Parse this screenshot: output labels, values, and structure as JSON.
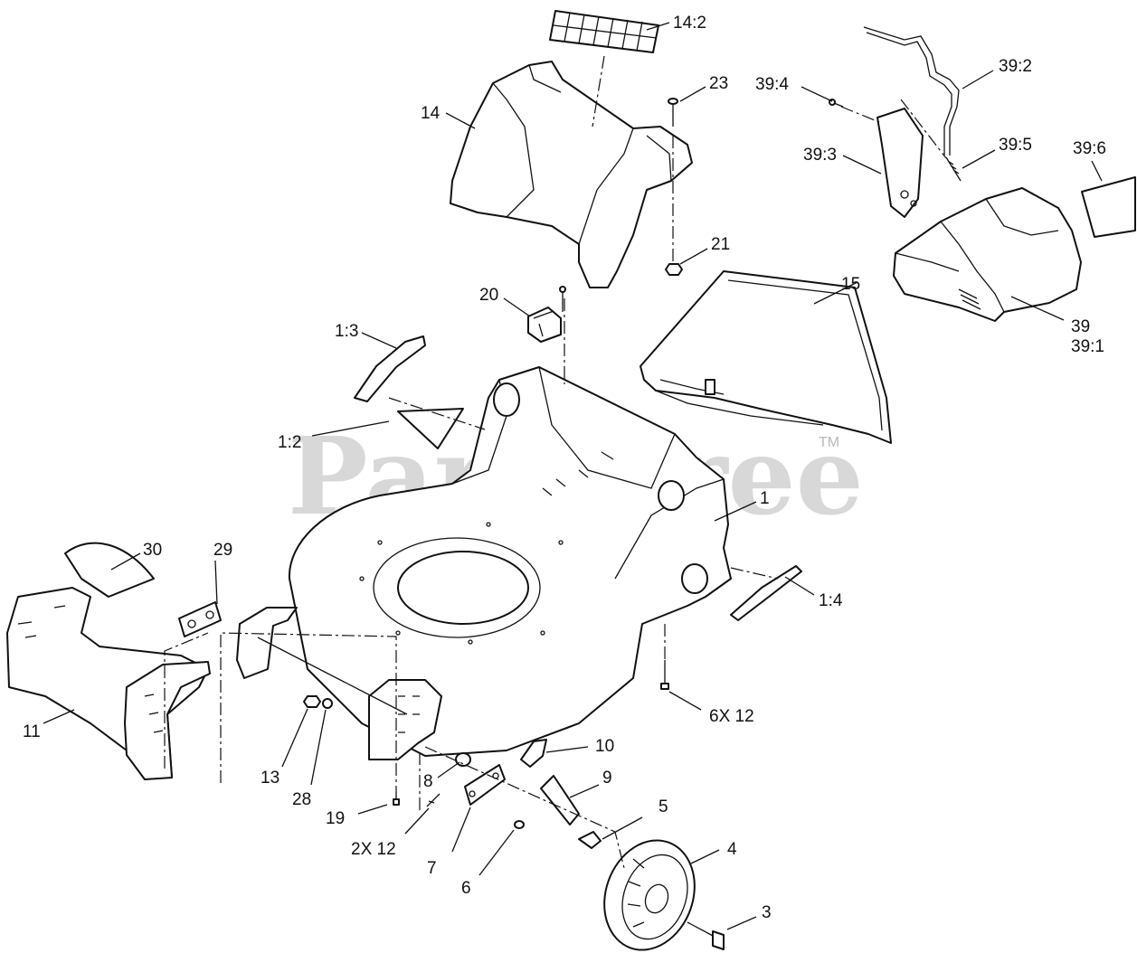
{
  "watermark": {
    "text": "PartsTree",
    "trademark": "TM"
  },
  "callouts": {
    "c14_2": "14:2",
    "c23": "23",
    "c14": "14",
    "c21": "21",
    "c20": "20",
    "c39_4": "39:4",
    "c39_2": "39:2",
    "c39_3": "39:3",
    "c39_5": "39:5",
    "c39_6": "39:6",
    "c39": "39",
    "c39_1": "39:1",
    "c15": "15",
    "c1_3": "1:3",
    "c1_2": "1:2",
    "c1": "1",
    "c1_4": "1:4",
    "c30": "30",
    "c29": "29",
    "c11": "11",
    "c6x12": "6X 12",
    "c10": "10",
    "c9": "9",
    "c8": "8",
    "c13": "13",
    "c28": "28",
    "c19": "19",
    "c2x12": "2X 12",
    "c7": "7",
    "c5": "5",
    "c4": "4",
    "c6": "6",
    "c3": "3"
  }
}
